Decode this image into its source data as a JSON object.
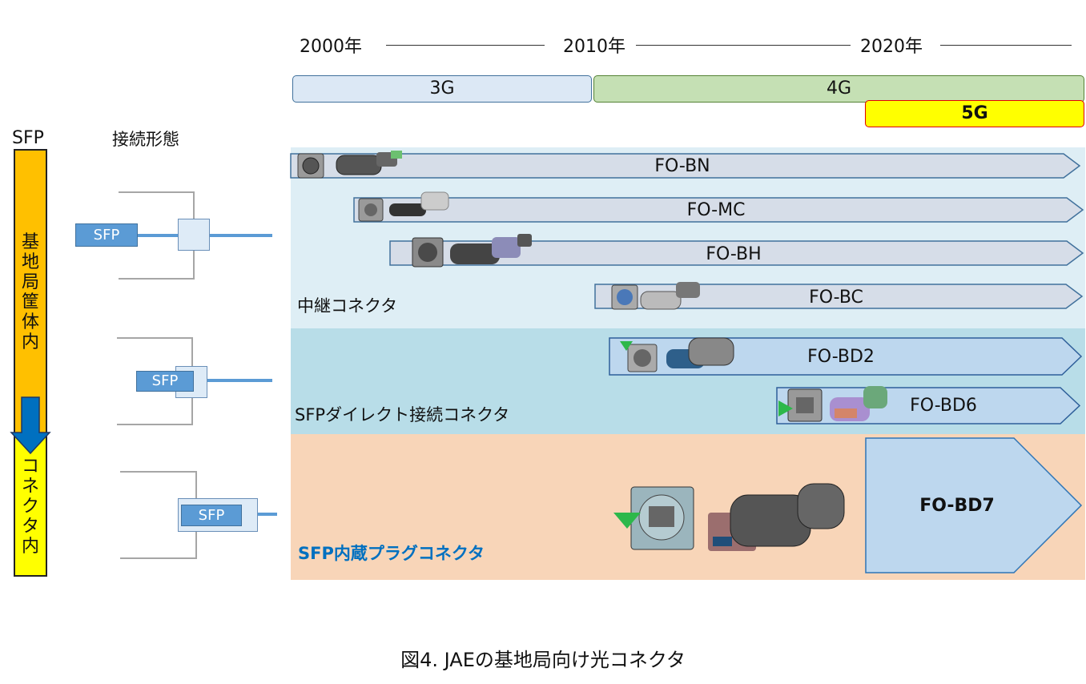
{
  "timeline": {
    "years": [
      "2000年",
      "2010年",
      "2020年"
    ],
    "eras": [
      {
        "label": "3G",
        "fill": "#dce8f5",
        "stroke": "#41719c"
      },
      {
        "label": "4G",
        "fill": "#c5e0b4",
        "stroke": "#548235"
      },
      {
        "label": "5G",
        "fill": "#ffff00",
        "stroke": "#e00000"
      }
    ]
  },
  "left_axis": {
    "title": "SFP",
    "top_label": "基地局筐体内",
    "bottom_label": "コネクタ内",
    "colors": {
      "top": "#ffc000",
      "bottom": "#ffff00",
      "arrow": "#0070c0"
    }
  },
  "connection_header": "接続形態",
  "sfp_label": "SFP",
  "groups": [
    {
      "label": "中継コネクタ",
      "fill": "#deeef5"
    },
    {
      "label": "SFPダイレクト接続コネクタ",
      "fill": "#b8dde8"
    },
    {
      "label": "SFP内蔵プラグコネクタ",
      "fill": "#f8d5b8",
      "label_color": "#0070c0"
    }
  ],
  "products": [
    {
      "name": "FO-BN",
      "group": 0
    },
    {
      "name": "FO-MC",
      "group": 0
    },
    {
      "name": "FO-BH",
      "group": 0
    },
    {
      "name": "FO-BC",
      "group": 0
    },
    {
      "name": "FO-BD2",
      "group": 1
    },
    {
      "name": "FO-BD6",
      "group": 1
    },
    {
      "name": "FO-BD7",
      "group": 2
    }
  ],
  "caption": "図4.  JAEの基地局向け光コネクタ",
  "icons": [
    "connector-receptacle-icon",
    "connector-plug-icon"
  ]
}
